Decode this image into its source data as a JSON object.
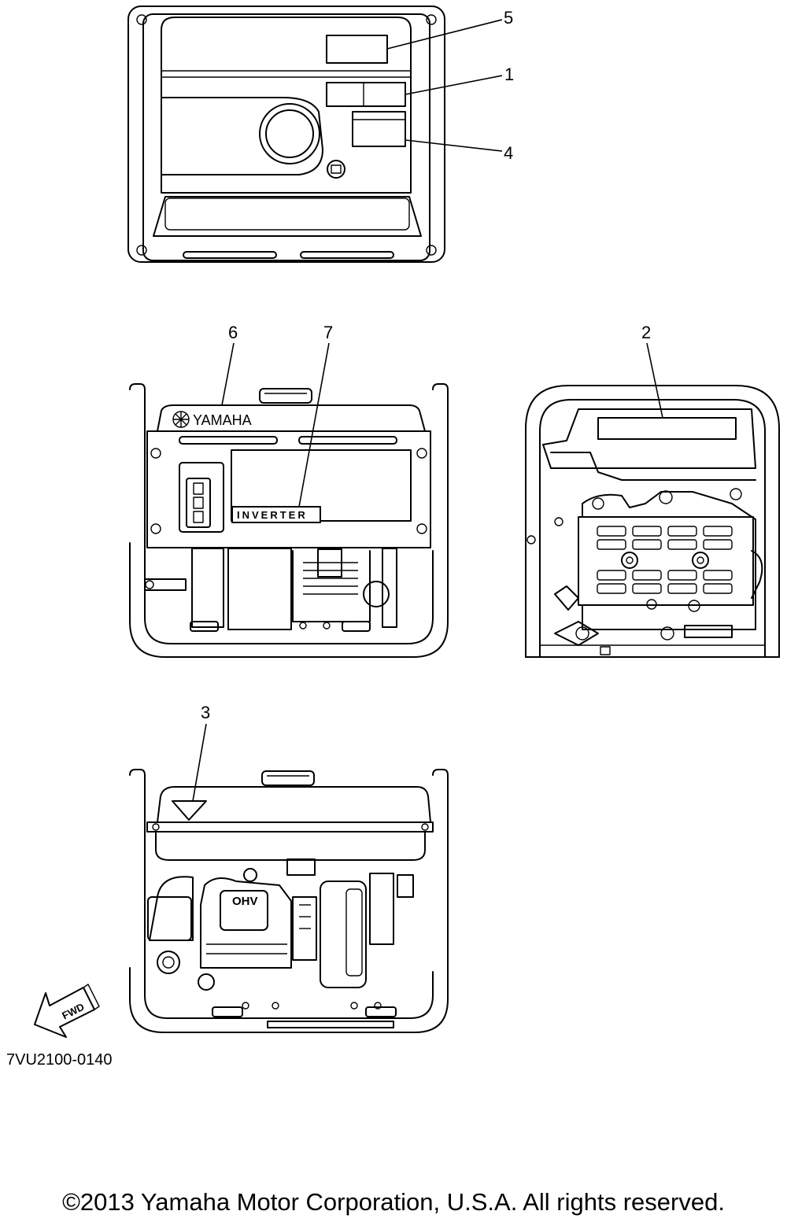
{
  "callouts": {
    "c1": "1",
    "c2": "2",
    "c3": "3",
    "c4": "4",
    "c5": "5",
    "c6": "6",
    "c7": "7"
  },
  "labels": {
    "brand": "YAMAHA",
    "inverter": "INVERTER",
    "ohv": "OHV",
    "fwd": "FWD"
  },
  "part_code": "7VU2100-0140",
  "copyright": "©2013 Yamaha Motor Corporation, U.S.A. All rights reserved.",
  "icons": [
    "fwd-arrow-icon",
    "yamaha-logo-icon"
  ]
}
